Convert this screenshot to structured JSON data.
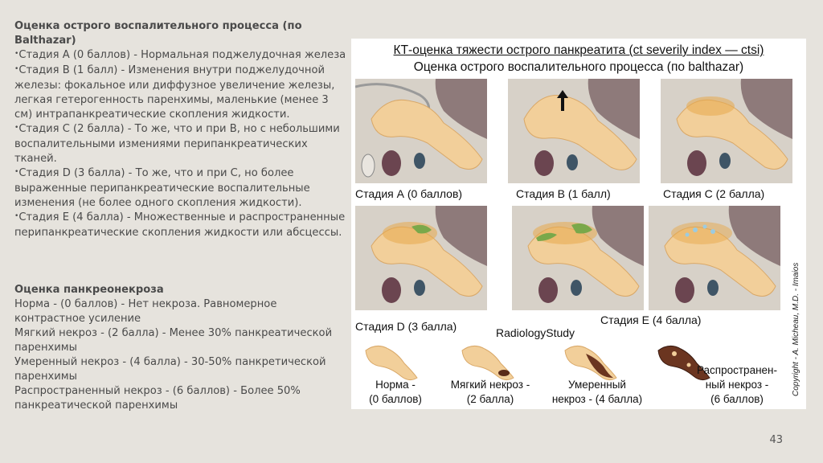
{
  "left": {
    "heading1": "Оценка острого воспалительного процесса (по Balthazar)",
    "bullets1": [
      "Стадия A (0 баллов) - Нормальная поджелудочная железа",
      "Стадия B (1 балл) - Изменения внутри поджелудочной железы: фокальное или диффузное увеличение железы, легкая гетерогенность паренхимы, маленькие (менее 3 см) интрапанкреатические скопления жидкости.",
      "Стадия С (2 балла) - То же, что и при В, но с небольшими воспалительными измениями перипанкреатических тканей.",
      "Стадия D (3 балла) - То же, что и при С, но более выраженные перипанкреатические воспалительные изменения (не более одного скопления жидкости).",
      "Стадия Е (4 балла) - Множественные и распространенные перипанкреатические скопления жидкости или абсцессы."
    ],
    "heading2": "Оценка панкреонекроза",
    "bullets2": [
      "Норма - (0 баллов) - Нет некроза. Равномерное контрастное усиление",
      "Мягкий некроз - (2 балла) - Менее 30% панкреатической паренхимы",
      "Умеренный некроз - (4 балла) - 30-50% панкретической паренхимы",
      "Распространенный некроз - (6 баллов) - Более 50% панкреатической паренхимы"
    ]
  },
  "figure": {
    "title1": "КТ-оценка тяжести острого панкреатита (ct severily index — ctsi)",
    "title2": "Оценка острого воспалительного процесса (по balthazar)",
    "stages": [
      "Стадия А (0 баллов)",
      "Стадия В  (1 балл)",
      "Стадия С (2 балла)",
      "Стадия D (3 балла)",
      "Стадия Е (4 балла)"
    ],
    "watermark": "RadiologyStudy",
    "necrosis": [
      {
        "l1": "Норма -",
        "l2": "(0 баллов)"
      },
      {
        "l1": "Мягкий некроз -",
        "l2": "(2 балла)"
      },
      {
        "l1": "Умеренный",
        "l2": "некроз - (4 балла)"
      },
      {
        "l1": "Распространен-",
        "l2": "ный некроз -",
        "l3": "(6 баллов)"
      }
    ],
    "copyright": "Copyright - A. Micheau, M.D. - Imaios"
  },
  "page_number": "43",
  "colors": {
    "background": "#e6e3dd",
    "text": "#4a4a4a",
    "pancreas": "#f2cf9a",
    "inflammation": "#e8a94c",
    "fluid": "#7aa84a",
    "necrosis": "#5a2a18"
  }
}
